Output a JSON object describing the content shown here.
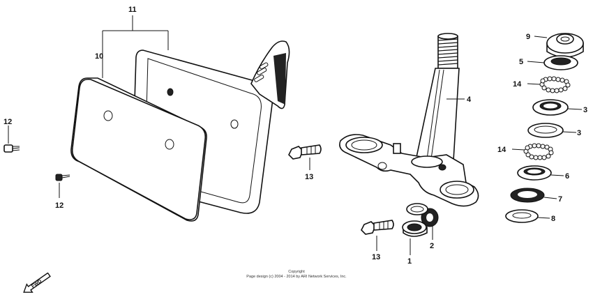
{
  "callouts": {
    "c11": "11",
    "c10": "10",
    "c12a": "12",
    "c12b": "12",
    "c13a": "13",
    "c13b": "13",
    "c4": "4",
    "c2": "2",
    "c1": "1",
    "c9": "9",
    "c5": "5",
    "c14a": "14",
    "c3a": "3",
    "c3b": "3",
    "c14b": "14",
    "c6": "6",
    "c7": "7",
    "c8": "8"
  },
  "direction_label": "FWD",
  "copyright": {
    "line1": "Copyright",
    "line2": "Page design (c) 2004 - 2014 by ARI Network Services, Inc."
  },
  "colors": {
    "ink": "#111111",
    "background": "#ffffff"
  }
}
